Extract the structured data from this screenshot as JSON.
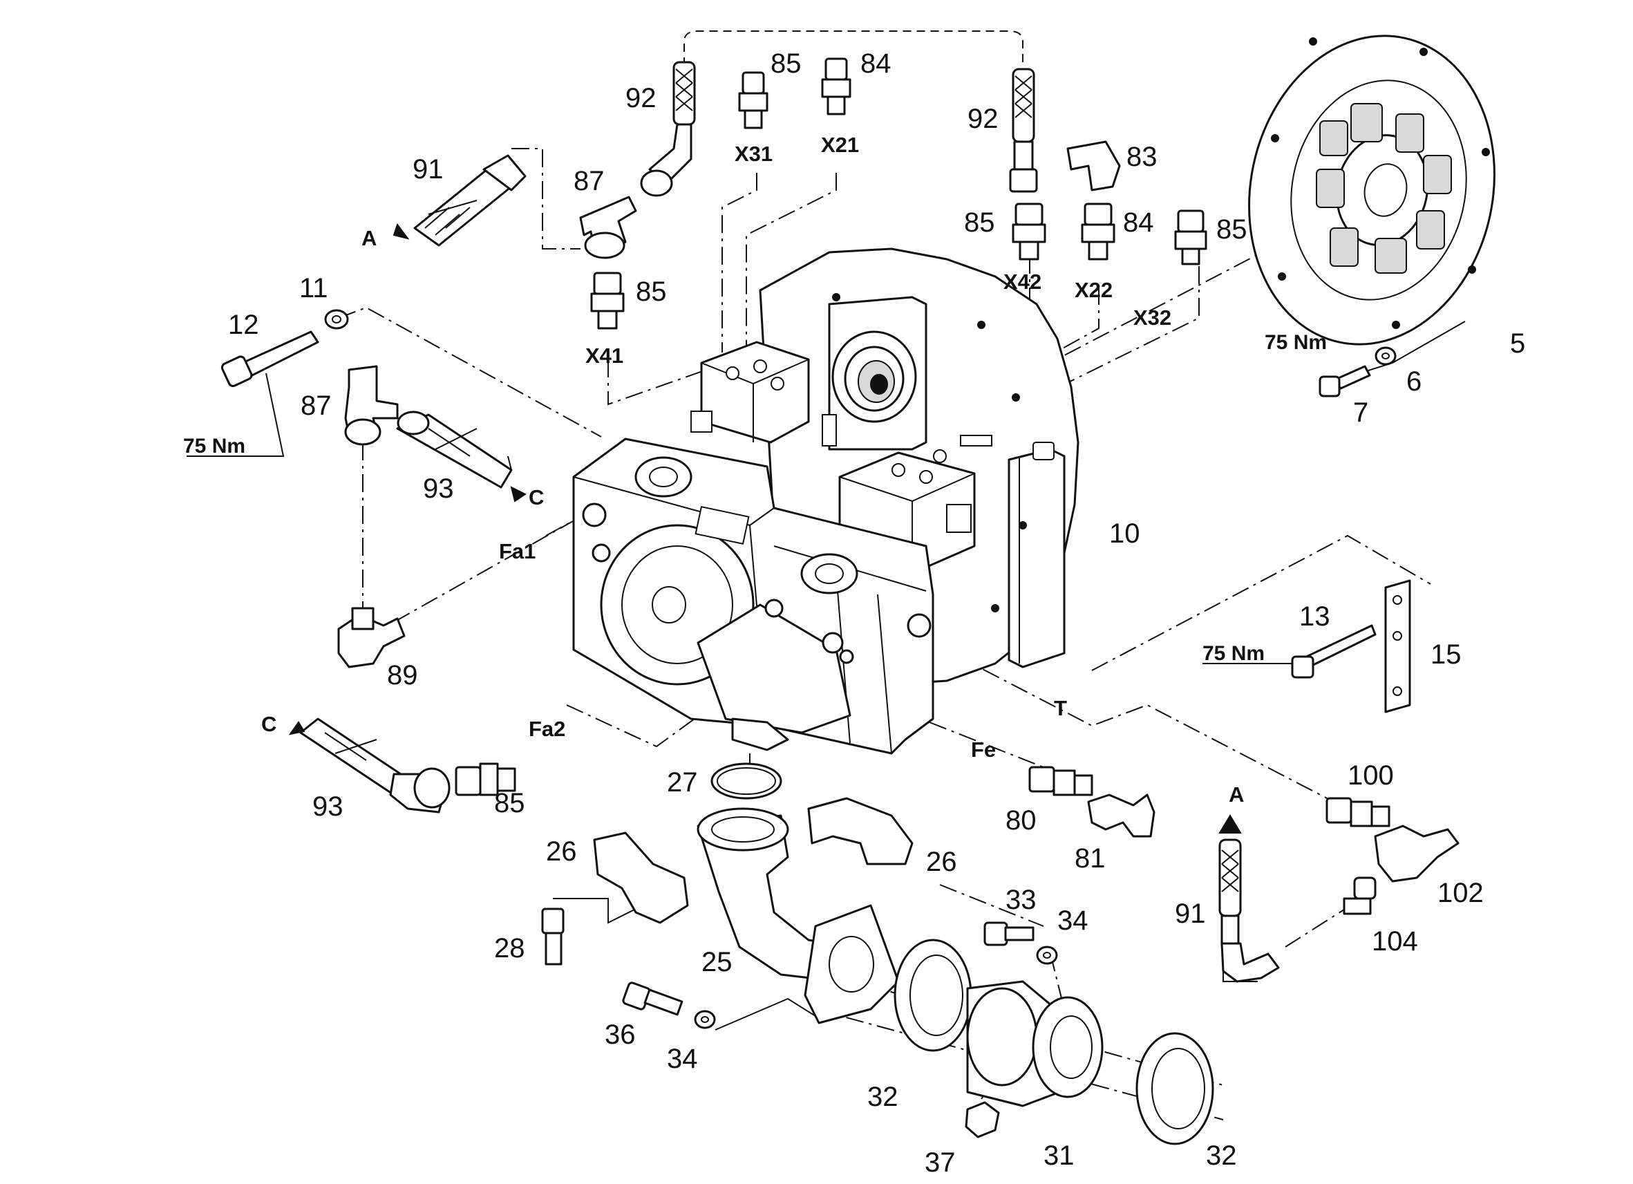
{
  "part_numbers": {
    "p5": "5",
    "p6": "6",
    "p7": "7",
    "p10": "10",
    "p11": "11",
    "p12": "12",
    "p13": "13",
    "p15": "15",
    "p25": "25",
    "p26a": "26",
    "p26b": "26",
    "p27": "27",
    "p28": "28",
    "p31": "31",
    "p32a": "32",
    "p32b": "32",
    "p33": "33",
    "p34a": "34",
    "p34b": "34",
    "p36": "36",
    "p37": "37",
    "p80": "80",
    "p81": "81",
    "p83": "83",
    "p84a": "84",
    "p84b": "84",
    "p85a": "85",
    "p85b": "85",
    "p85c": "85",
    "p85d": "85",
    "p85e": "85",
    "p87a": "87",
    "p87b": "87",
    "p89": "89",
    "p91a": "91",
    "p91b": "91",
    "p92a": "92",
    "p92b": "92",
    "p93a": "93",
    "p93b": "93",
    "p100": "100",
    "p102": "102",
    "p104": "104"
  },
  "connections": {
    "x31": "X31",
    "x21": "X21",
    "x41": "X41",
    "x42": "X42",
    "x22": "X22",
    "x32": "X32",
    "fa1": "Fa1",
    "fa2": "Fa2",
    "fe": "Fe",
    "t": "T",
    "a_left": "A",
    "a_right": "A",
    "c_mid": "C",
    "c_left": "C"
  },
  "torques": {
    "bolt12": "75 Nm",
    "bolt7": "75 Nm",
    "bolt13": "75 Nm"
  }
}
